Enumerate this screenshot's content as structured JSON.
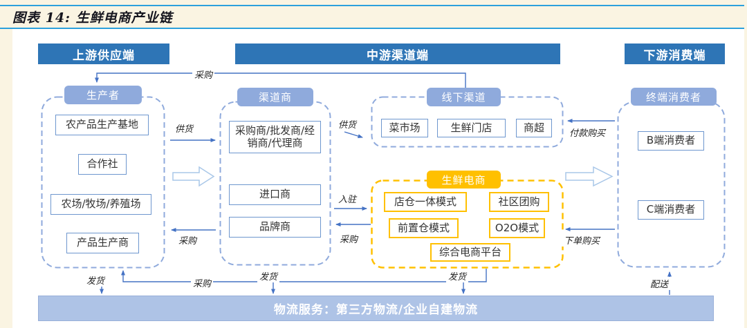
{
  "title": "图表 14: 生鲜电商产业链",
  "headers": {
    "upstream": "上游供应端",
    "midstream": "中游渠道端",
    "downstream": "下游消费端"
  },
  "groups": {
    "producers": {
      "label": "生产者",
      "items": [
        "农产品生产基地",
        "合作社",
        "农场/牧场/养殖场",
        "产品生产商"
      ]
    },
    "channel": {
      "label": "渠道商",
      "items": [
        "采购商/批发商/经销商/代理商",
        "进口商",
        "品牌商"
      ]
    },
    "offline": {
      "label": "线下渠道",
      "items": [
        "菜市场",
        "生鲜门店",
        "商超"
      ]
    },
    "ecommerce": {
      "label": "生鲜电商",
      "items": [
        "店仓一体模式",
        "社区团购",
        "前置仓模式",
        "O2O模式",
        "综合电商平台"
      ]
    },
    "consumers": {
      "label": "终端消费者",
      "items": [
        "B端消费者",
        "C端消费者"
      ]
    }
  },
  "edges": {
    "top_procure": "采购",
    "left_supply": "供货",
    "left_procure": "采购",
    "mid_supply": "供货",
    "mid_enter": "入驻",
    "mid_procure": "采购",
    "pay_purchase": "付款购买",
    "order_purchase": "下单购买",
    "ship_producers": "发货",
    "bottom_procure": "采购",
    "ship_channel": "发货",
    "ship_ecommerce": "发货",
    "delivery": "配送"
  },
  "logistics_bar": "物流服务：第三方物流/企业自建物流",
  "colors": {
    "background_cream": "#FAF4E2",
    "title_rule_blue": "#2BA0DC",
    "header_blue": "#2E75B6",
    "pill_blue": "#8FAADC",
    "accent_yellow": "#FFC000",
    "line_blue": "#4472C4",
    "bar_blue": "#AEC3E6"
  }
}
